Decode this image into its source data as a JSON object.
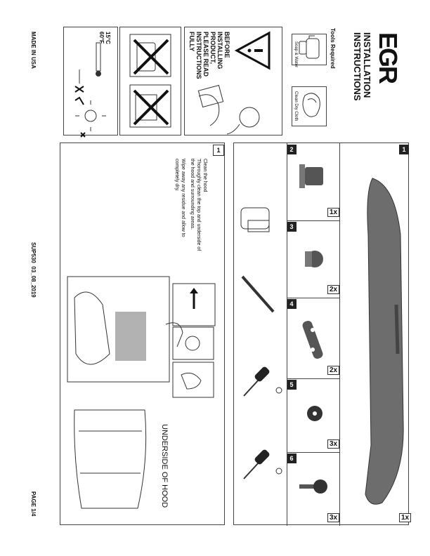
{
  "header": {
    "logo": "EGR",
    "title_line1": "INSTALLATION",
    "title_line2": "INSTRUCTIONS"
  },
  "tools": {
    "heading": "Tools Required",
    "items": [
      "Soap & Water",
      "Clean Dry Cloth"
    ]
  },
  "warning": {
    "lines": [
      "BEFORE",
      "INSTALLING",
      "PRODUCT,",
      "PLEASE READ",
      "INSTRUCTIONS",
      "FULLY"
    ]
  },
  "temperature": {
    "celsius": "15°C",
    "fahrenheit": "60°F"
  },
  "footer": {
    "made_in": "MADE IN USA",
    "doc_code": "SUP530",
    "date": "03_08_2019",
    "page": "PAGE 1/4"
  },
  "parts": [
    {
      "num": "1",
      "qty": "1x"
    },
    {
      "num": "2",
      "qty": "1x"
    },
    {
      "num": "3",
      "qty": "2x"
    },
    {
      "num": "4",
      "qty": "2x"
    },
    {
      "num": "5",
      "qty": "3x"
    },
    {
      "num": "6",
      "qty": "3x"
    }
  ],
  "step1": {
    "num": "1",
    "lines": [
      "Clean the hood",
      "Thoroughly clean the top and underside of",
      "the hood and surrounding areas.",
      "Wipe away any residue and allow to",
      "completely dry."
    ],
    "label": "UNDERSIDE OF HOOD"
  }
}
